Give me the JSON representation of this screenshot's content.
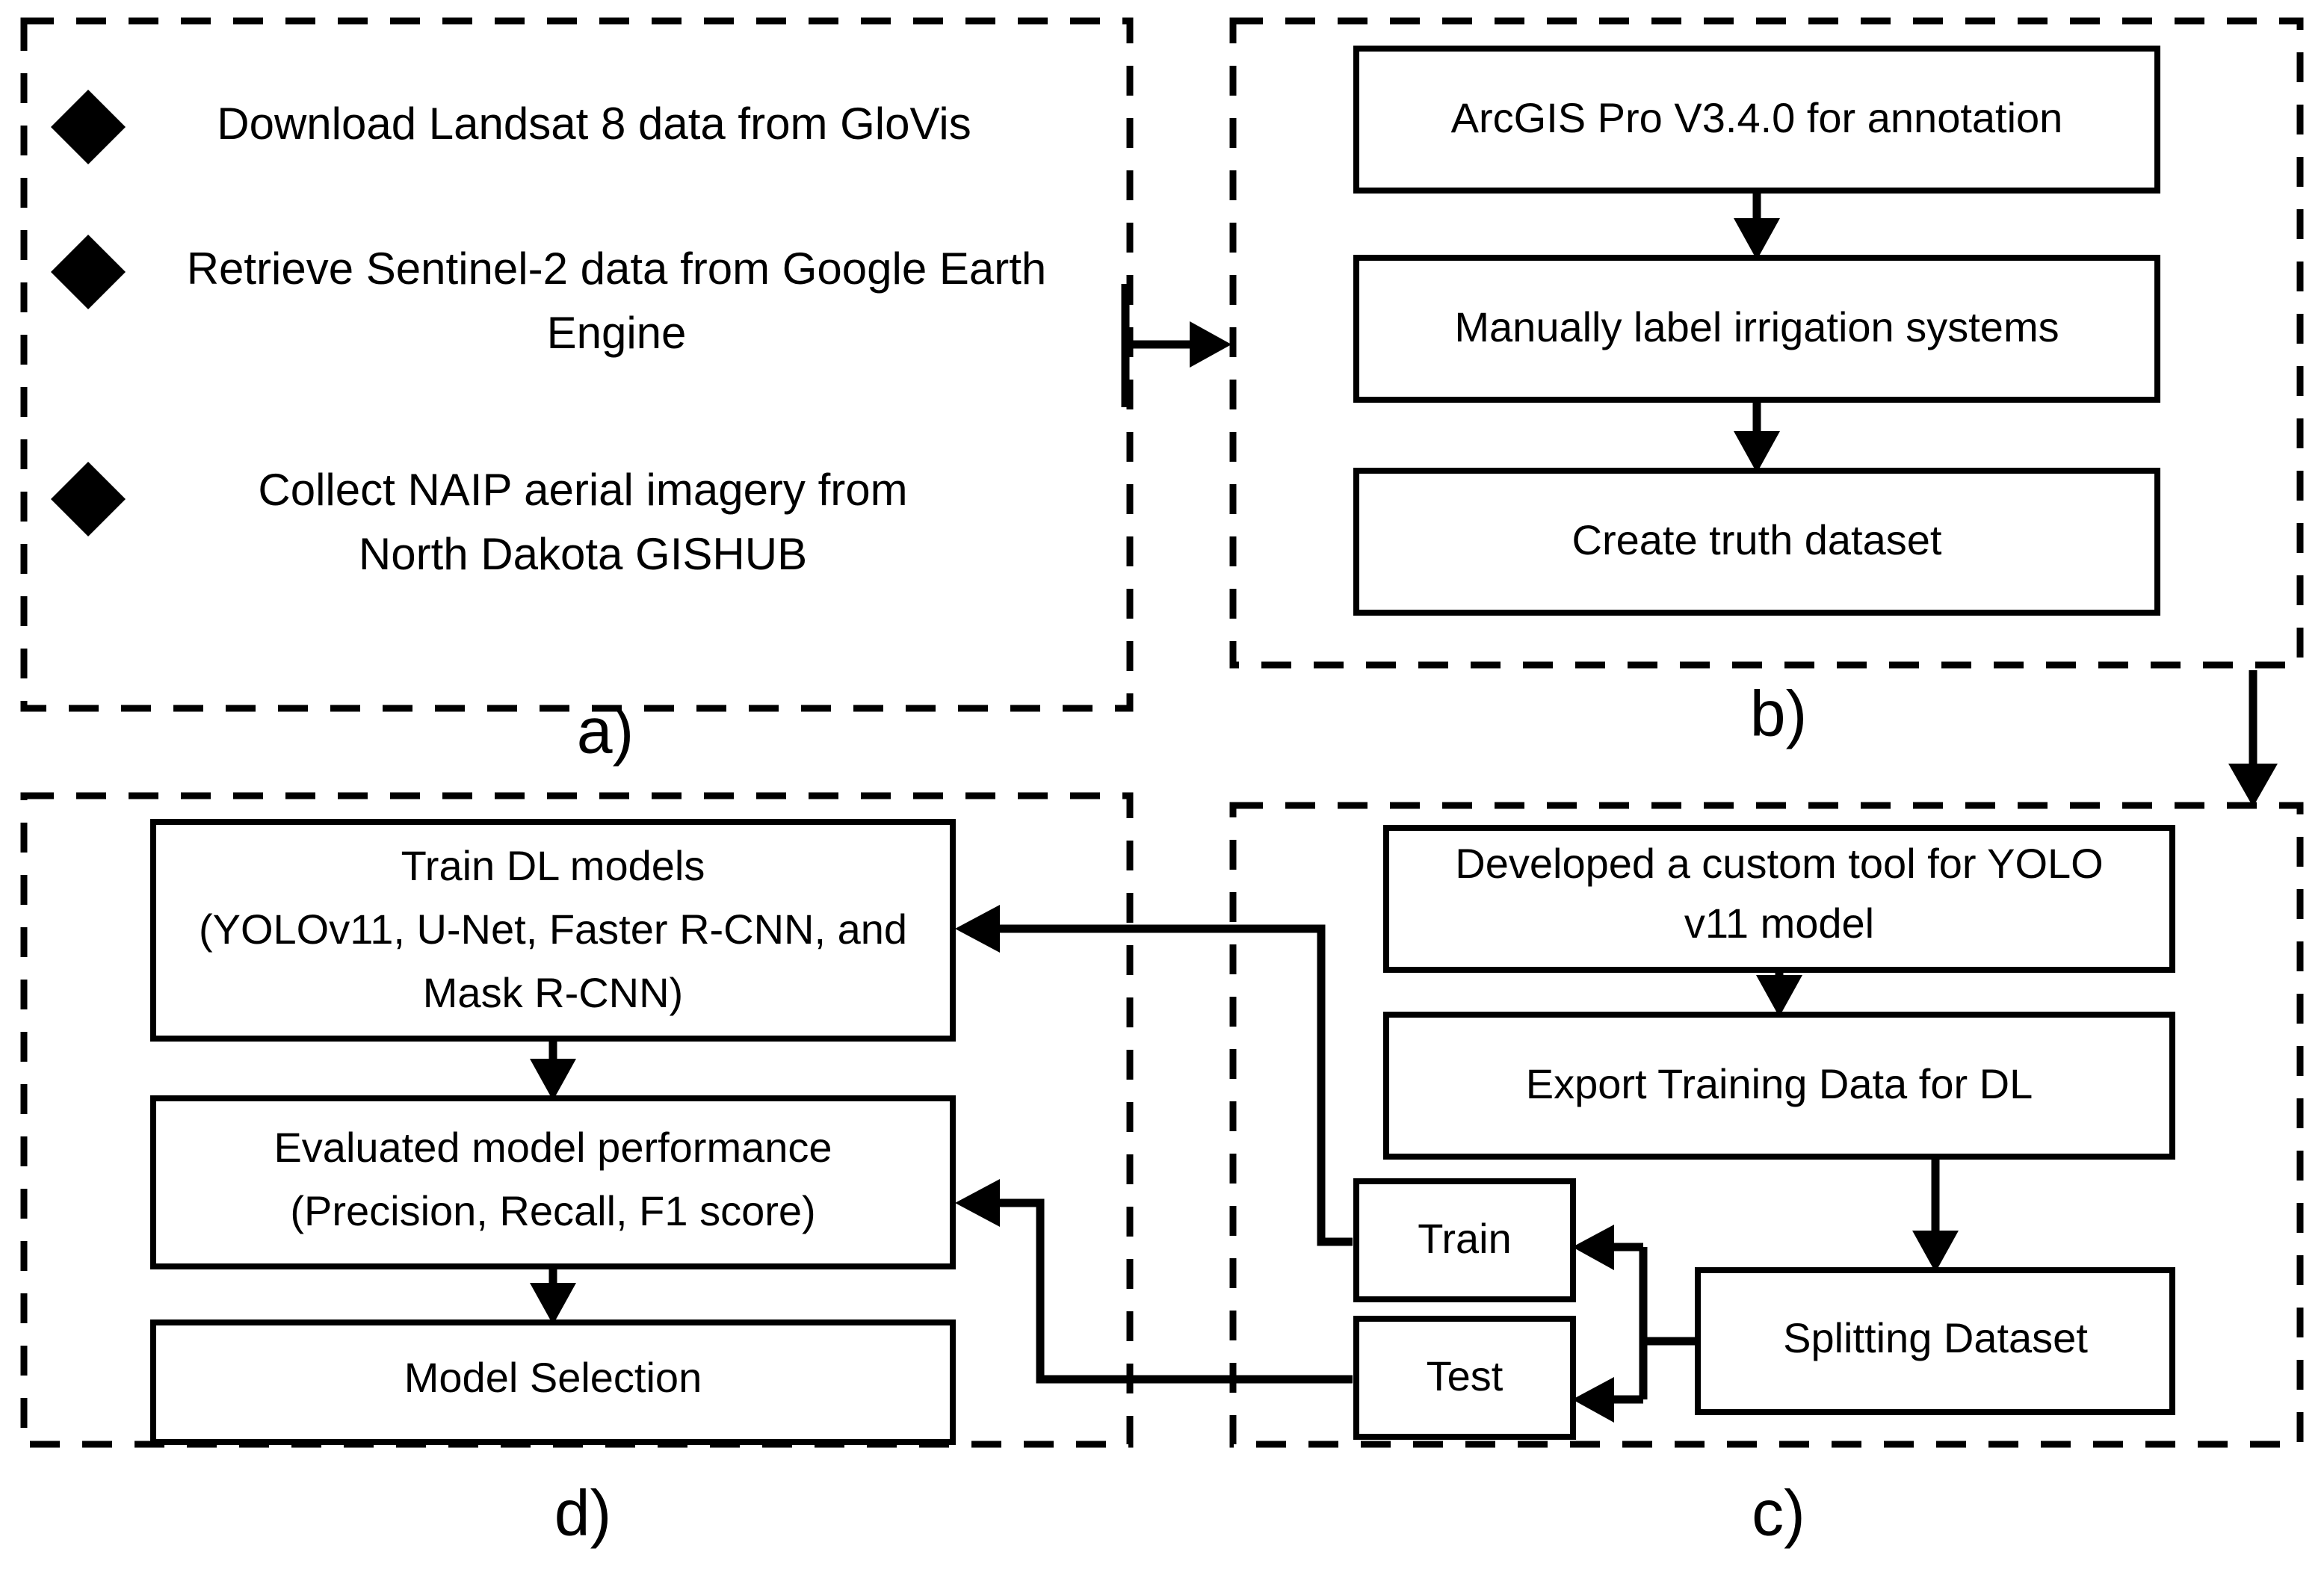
{
  "figure": {
    "type": "flowchart",
    "description": "Four-panel methodology workflow diagram for irrigation system detection using deep learning",
    "panels": [
      {
        "id": "a",
        "label": "a)",
        "kind": "bullet-list",
        "bullet_glyph": "diamond",
        "items": [
          {
            "lines": [
              "Download Landsat 8 data from GloVis"
            ]
          },
          {
            "lines": [
              "Retrieve Sentinel-2  data from Google Earth",
              "Engine"
            ]
          },
          {
            "lines": [
              "Collect NAIP aerial imagery from",
              "North Dakota GISHUB"
            ]
          }
        ]
      },
      {
        "id": "b",
        "label": "b)",
        "kind": "process-chain",
        "boxes": [
          {
            "lines": [
              "ArcGIS Pro V3.4.0 for annotation"
            ]
          },
          {
            "lines": [
              "Manually label irrigation systems"
            ]
          },
          {
            "lines": [
              "Create truth dataset"
            ]
          }
        ]
      },
      {
        "id": "c",
        "label": "c)",
        "kind": "process-chain",
        "boxes": [
          {
            "lines": [
              "Developed a custom  tool for YOLO",
              "v11 model"
            ]
          },
          {
            "lines": [
              "Export Training Data for DL"
            ]
          },
          {
            "lines": [
              "Splitting Dataset"
            ]
          },
          {
            "lines": [
              "Train"
            ]
          },
          {
            "lines": [
              "Test"
            ]
          }
        ]
      },
      {
        "id": "d",
        "label": "d)",
        "kind": "process-chain",
        "boxes": [
          {
            "lines": [
              "Train DL models",
              "(YOLOv11, U-Net, Faster R-CNN, and",
              "Mask R-CNN)"
            ]
          },
          {
            "lines": [
              "Evaluated model performance",
              "(Precision, Recall, F1 score)"
            ]
          },
          {
            "lines": [
              "Model Selection"
            ]
          }
        ]
      }
    ],
    "connections": [
      {
        "from": "a",
        "to": "b",
        "style": "arrow-right"
      },
      {
        "from": "b",
        "to": "c",
        "style": "arrow-down"
      },
      {
        "from": "c.Train",
        "to": "d.TrainDLmodels",
        "style": "arrow-left"
      },
      {
        "from": "c.Test",
        "to": "d.EvaluatedModelPerformance",
        "style": "arrow-left"
      },
      {
        "from": "c.SplittingDataset",
        "to": "c.Train",
        "style": "arrow-left-fork"
      },
      {
        "from": "c.SplittingDataset",
        "to": "c.Test",
        "style": "arrow-left-fork"
      },
      {
        "from": "b.ArcGISProV340",
        "to": "b.ManuallyLabel",
        "style": "arrow-down"
      },
      {
        "from": "b.ManuallyLabel",
        "to": "b.CreateTruthDataset",
        "style": "arrow-down"
      },
      {
        "from": "c.DevelopedCustomTool",
        "to": "c.ExportTrainingData",
        "style": "arrow-down"
      },
      {
        "from": "c.ExportTrainingData",
        "to": "c.SplittingDataset",
        "style": "arrow-down"
      },
      {
        "from": "d.TrainDLmodels",
        "to": "d.EvaluatedModelPerformance",
        "style": "arrow-down"
      },
      {
        "from": "d.EvaluatedModelPerformance",
        "to": "d.ModelSelection",
        "style": "arrow-down"
      }
    ],
    "colors": {
      "line": "#000000",
      "background": "#ffffff",
      "box_fill": "#ffffff"
    }
  }
}
